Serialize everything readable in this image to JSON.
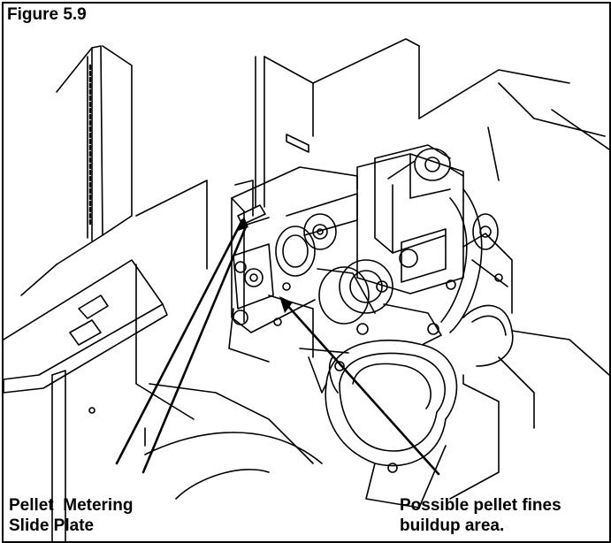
{
  "figure": {
    "label": "Figure 5.9"
  },
  "callouts": {
    "left": {
      "line1": "Pellet  Metering",
      "line2": "Slide Plate"
    },
    "right": {
      "line1": "Possible pellet fines",
      "line2": "buildup area."
    }
  },
  "colors": {
    "ink": "#000000",
    "paper": "#ffffff"
  }
}
